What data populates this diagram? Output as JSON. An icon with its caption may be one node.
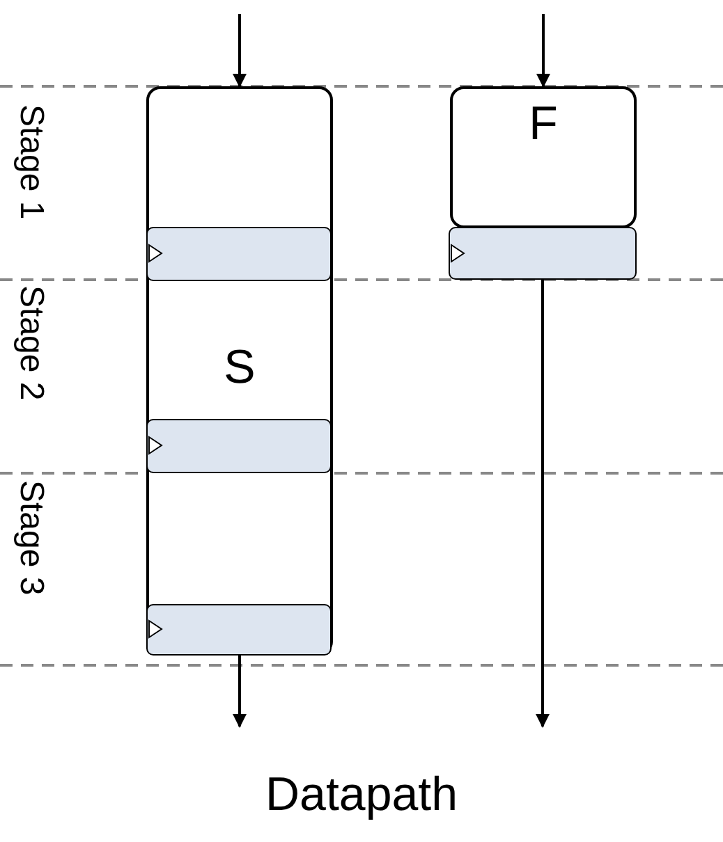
{
  "diagram": {
    "caption": "Datapath",
    "nodes": [
      {
        "text": [
          "S"
        ]
      },
      {
        "text": [],
        "shape": "bar",
        "in": 0
      },
      {
        "text": [],
        "shape": "bar",
        "in": 0
      },
      {
        "text": [],
        "shape": "bar",
        "in": 0
      },
      {
        "text": [
          "F"
        ]
      },
      {
        "text": [],
        "shape": "bar"
      }
    ],
    "edges": [
      {
        "from": null,
        "to": 0,
        "arrow": "to"
      },
      {
        "from": 0,
        "to": null,
        "arrow": "to"
      },
      {
        "from": null,
        "to": 4,
        "arrow": "to"
      },
      {
        "from": 5,
        "to": null,
        "arrow": "to"
      }
    ],
    "labels": [
      "Stage 1",
      "Stage 2",
      "Stage 3"
    ]
  }
}
